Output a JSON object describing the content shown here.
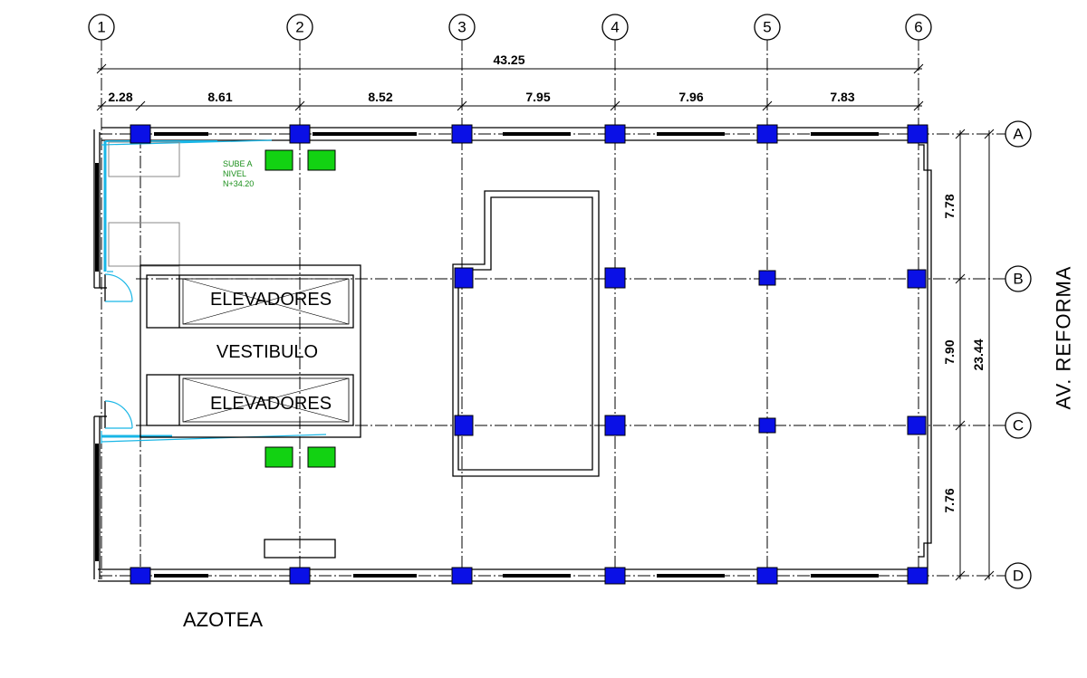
{
  "grid": {
    "columns": [
      "1",
      "2",
      "3",
      "4",
      "5",
      "6"
    ],
    "rows": [
      "A",
      "B",
      "C",
      "D"
    ]
  },
  "dimensions": {
    "overall_width": "43.25",
    "bays": [
      "2.28",
      "8.61",
      "8.52",
      "7.95",
      "7.96",
      "7.83"
    ],
    "overall_depth": "23.44",
    "row_spacings": [
      "7.78",
      "7.90",
      "7.76"
    ]
  },
  "labels": {
    "elevators_top": "ELEVADORES",
    "elevators_bottom": "ELEVADORES",
    "lobby": "VESTIBULO",
    "stair_note": [
      "SUBE A",
      "NIVEL",
      "N+34.20"
    ],
    "street": "AV. REFORMA",
    "plan_title": "AZOTEA"
  },
  "colors": {
    "column": "#0a10e6",
    "equipment": "#12d212",
    "guide_lines": "#19b6e6",
    "note": "#1a8f1a"
  }
}
